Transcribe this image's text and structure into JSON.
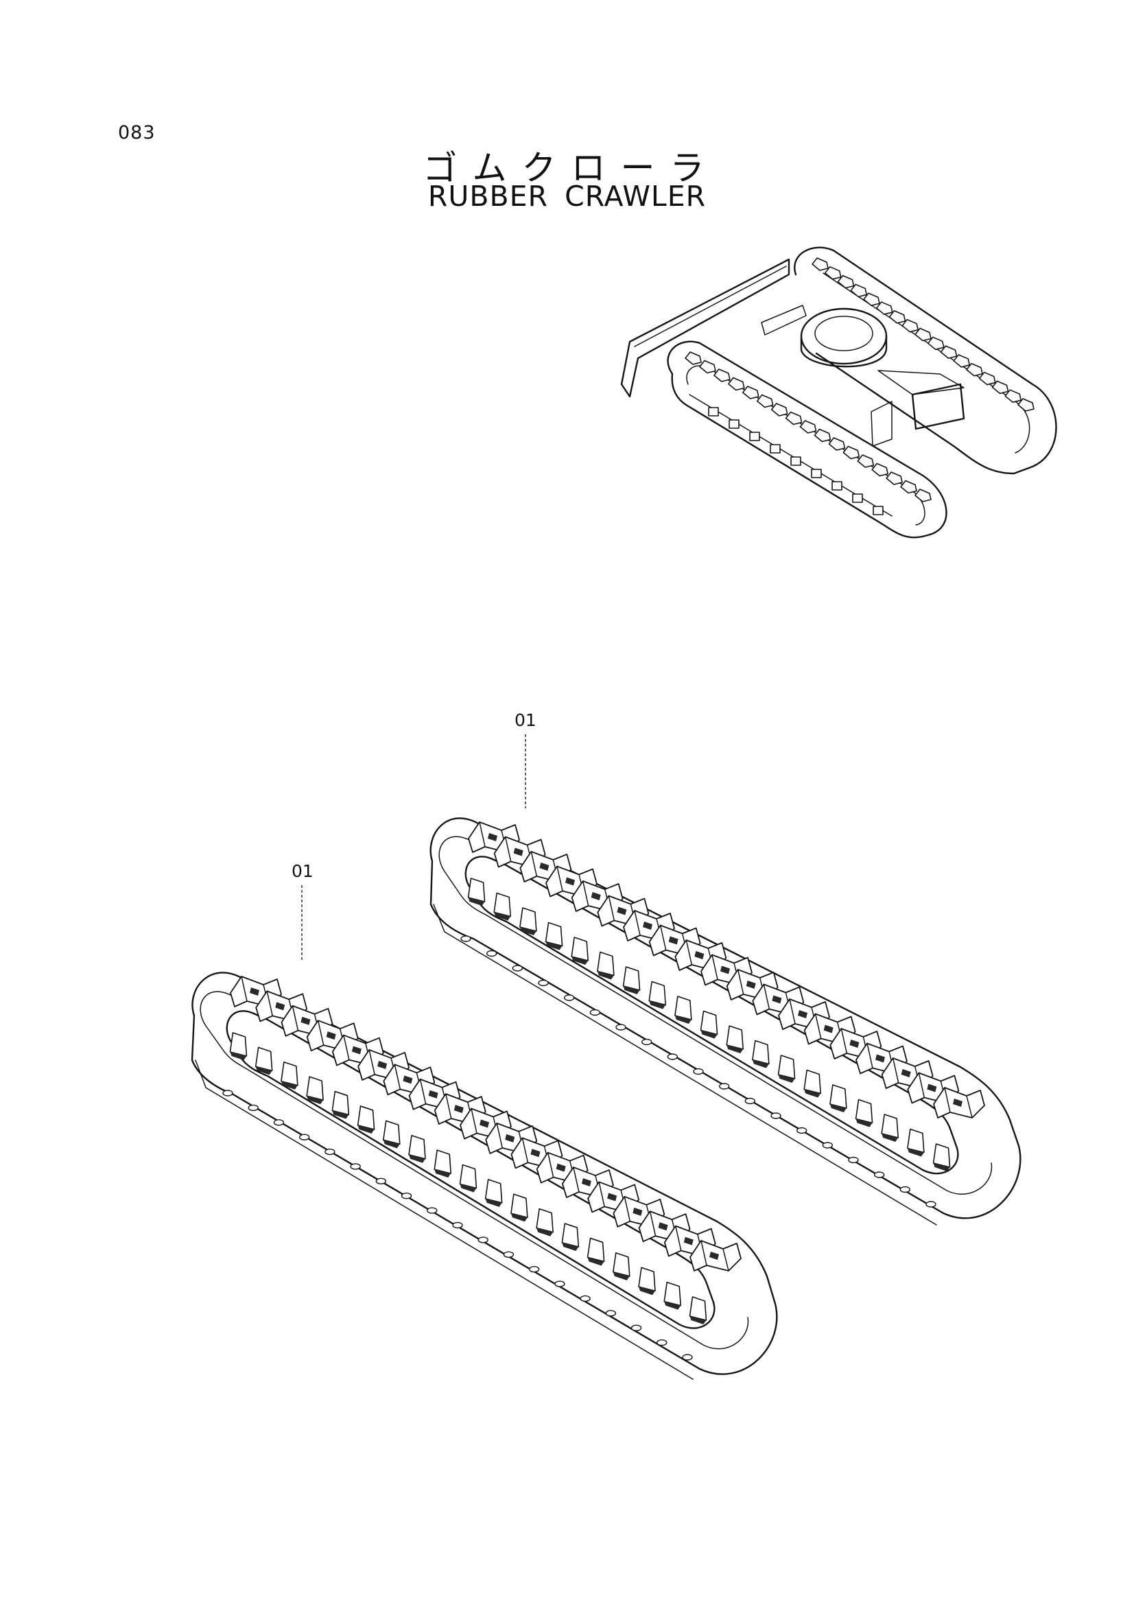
{
  "page": {
    "number": "083",
    "title_jp": "ゴムクローラ",
    "title_en": "RUBBER CRAWLER"
  },
  "callouts": [
    {
      "id": "left-crawler",
      "label": "01"
    },
    {
      "id": "right-crawler",
      "label": "01"
    }
  ]
}
